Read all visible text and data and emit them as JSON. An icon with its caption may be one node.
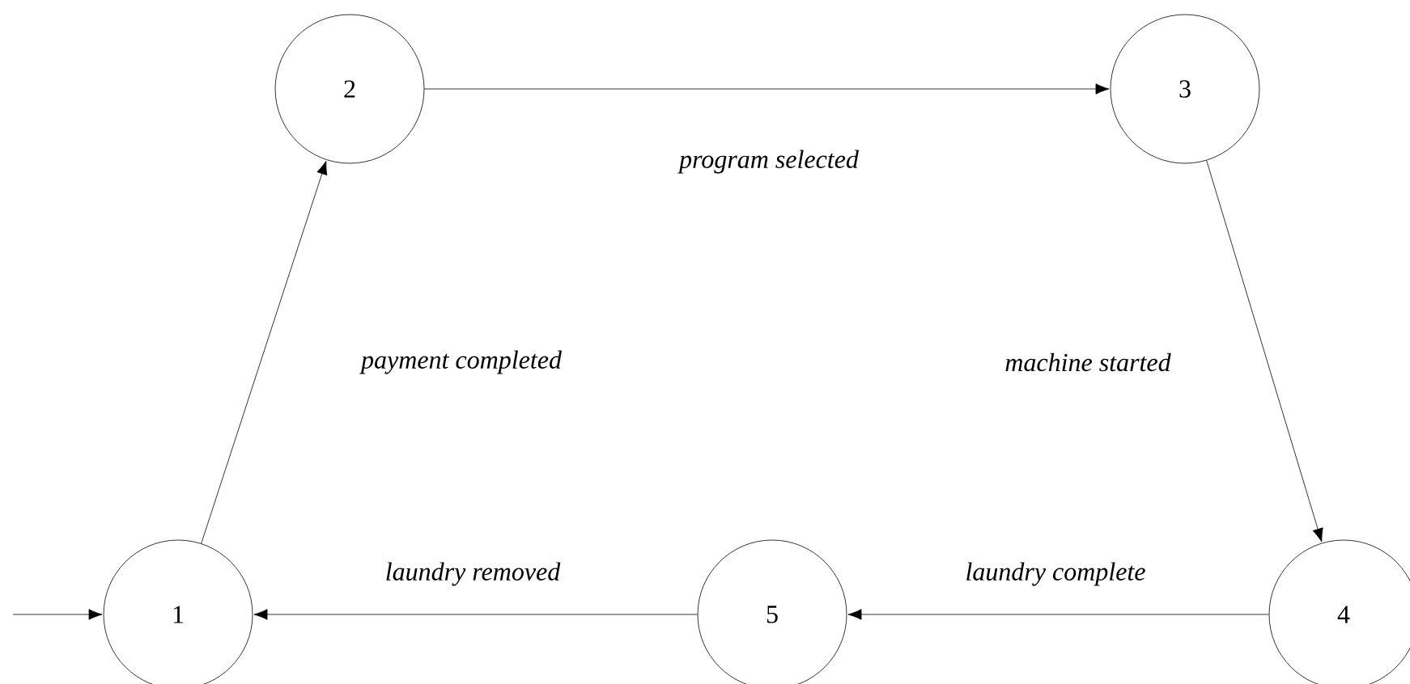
{
  "diagram": {
    "nodes": [
      {
        "text": [
          "1"
        ]
      },
      {
        "text": [
          "2"
        ]
      },
      {
        "text": [
          "3"
        ]
      },
      {
        "text": [
          "4"
        ]
      },
      {
        "text": [
          "5"
        ]
      }
    ],
    "edges": [
      {
        "from": null,
        "to": 0,
        "arrow": "to"
      },
      {
        "from": 0,
        "to": 1,
        "arrow": "to",
        "label": "payment completed"
      },
      {
        "from": 1,
        "to": 2,
        "arrow": "to",
        "label": "program selected"
      },
      {
        "from": 2,
        "to": 3,
        "arrow": "to",
        "label": "machine started"
      },
      {
        "from": 3,
        "to": 4,
        "arrow": "to",
        "label": "laundry complete"
      },
      {
        "from": 4,
        "to": 0,
        "arrow": "to",
        "label": "laundry removed"
      }
    ]
  }
}
